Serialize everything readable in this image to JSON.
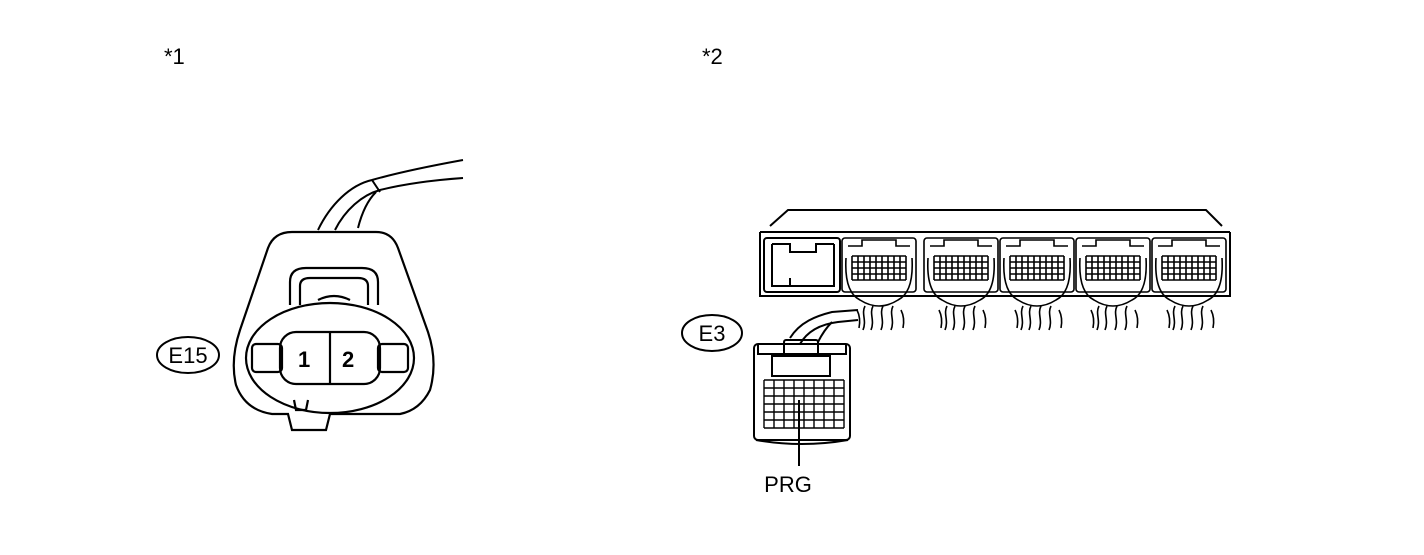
{
  "diagram": {
    "figure1": {
      "marker": "*1",
      "connector_code": "E15",
      "pins": [
        "1",
        "2"
      ]
    },
    "figure2": {
      "marker": "*2",
      "connector_code": "E3",
      "terminal_label": "PRG"
    }
  },
  "colors": {
    "line": "#000000",
    "background": "#ffffff"
  }
}
